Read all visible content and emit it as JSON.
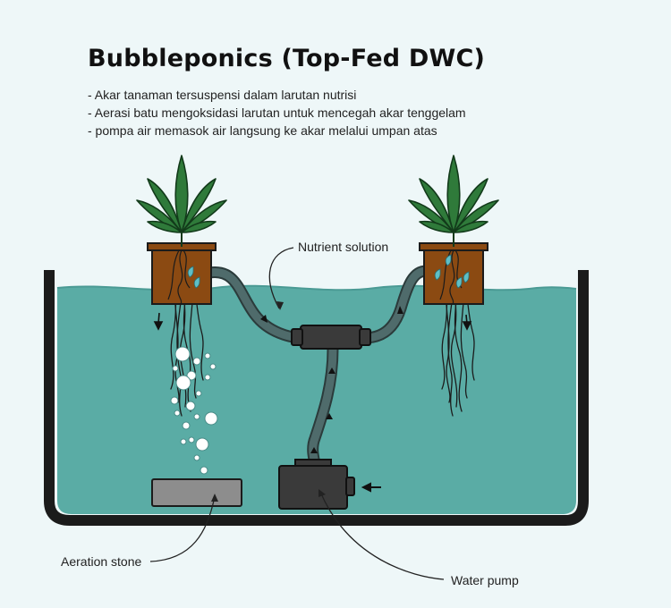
{
  "title": "Bubbleponics (Top-Fed DWC)",
  "bullets": [
    "- Akar tanaman tersuspensi dalam larutan nutrisi",
    "- Aerasi batu mengoksidasi larutan untuk mencegah akar tenggelam",
    "- pompa air memasok air langsung ke akar melalui umpan atas"
  ],
  "labels": {
    "nutrient_solution": "Nutrient solution",
    "aeration_stone": "Aeration stone",
    "water_pump": "Water pump"
  },
  "colors": {
    "background": "#eef7f8",
    "water": "#5aaca5",
    "water_surface": "#4a9a94",
    "tank_outline": "#1b1b1b",
    "pot": "#8b4a12",
    "leaf": "#2f7a3a",
    "leaf_outline": "#123a1a",
    "tube": "#4f6b6b",
    "pump": "#3a3a3a",
    "stone": "#8d8d8d",
    "bubble": "#ffffff",
    "droplet": "#5fbfc6"
  }
}
